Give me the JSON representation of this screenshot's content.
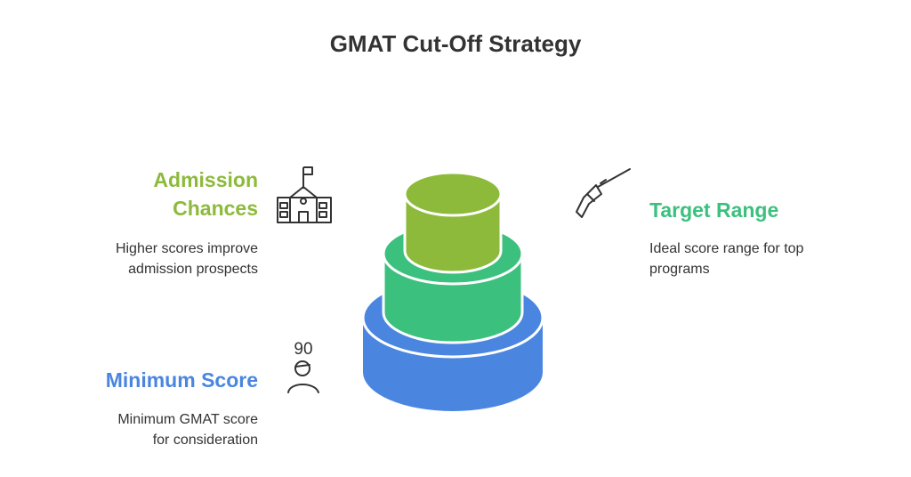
{
  "title": "GMAT Cut-Off Strategy",
  "items": [
    {
      "id": "admission",
      "heading": "Admission Chances",
      "heading_lines": [
        "Admission",
        "Chances"
      ],
      "description_lines": [
        "Higher scores improve",
        "admission prospects"
      ],
      "color": "#8dba3a",
      "icon": "school-building-icon"
    },
    {
      "id": "target",
      "heading": "Target Range",
      "description_lines": [
        "Ideal score range for top",
        "programs"
      ],
      "color": "#3cc07e",
      "icon": "rifle-icon"
    },
    {
      "id": "minimum",
      "heading": "Minimum Score",
      "description_lines": [
        "Minimum GMAT score",
        "for consideration"
      ],
      "color": "#4a86e0",
      "icon": "student-score-icon",
      "icon_text": "90"
    }
  ],
  "tiers": [
    {
      "name": "top",
      "color": "#8dba3a"
    },
    {
      "name": "middle",
      "color": "#3cc07e"
    },
    {
      "name": "bottom",
      "color": "#4a86e0"
    }
  ]
}
